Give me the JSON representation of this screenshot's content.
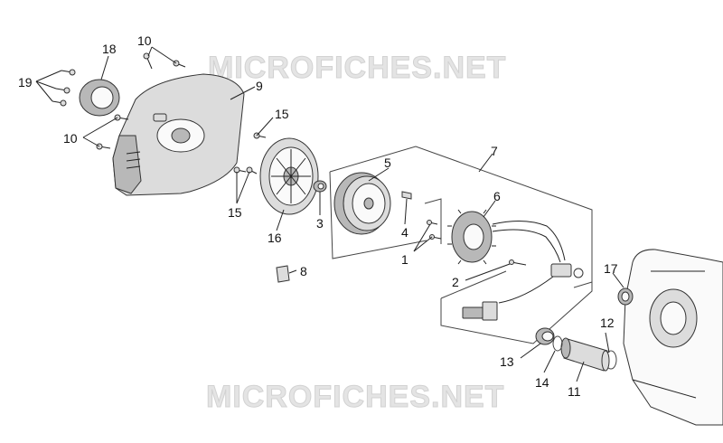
{
  "watermark": "MICROFICHES.NET",
  "callouts": {
    "n1": "1",
    "n2": "2",
    "n3": "3",
    "n4": "4",
    "n5": "5",
    "n6": "6",
    "n7": "7",
    "n8": "8",
    "n9": "9",
    "n10a": "10",
    "n10b": "10",
    "n11": "11",
    "n12": "12",
    "n13": "13",
    "n14": "14",
    "n15a": "15",
    "n15b": "15",
    "n16": "16",
    "n17": "17",
    "n18": "18",
    "n19": "19"
  }
}
